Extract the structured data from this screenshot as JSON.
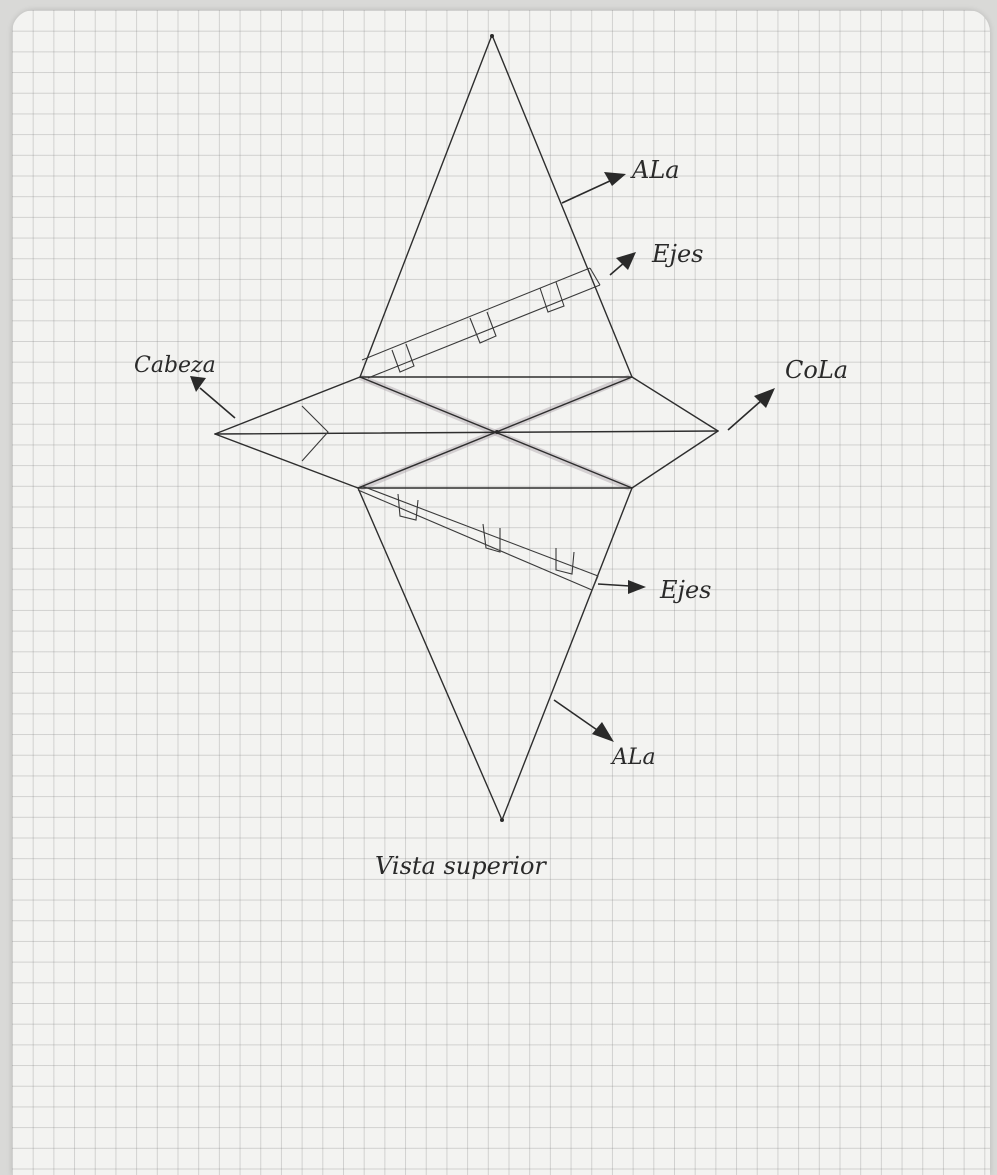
{
  "labels": {
    "wing_top": "ALa",
    "axis_top": "Ejes",
    "head": "Cabeza",
    "tail": "CoLa",
    "axis_bottom": "Ejes",
    "wing_bottom": "ALa",
    "caption": "Vista superior"
  }
}
